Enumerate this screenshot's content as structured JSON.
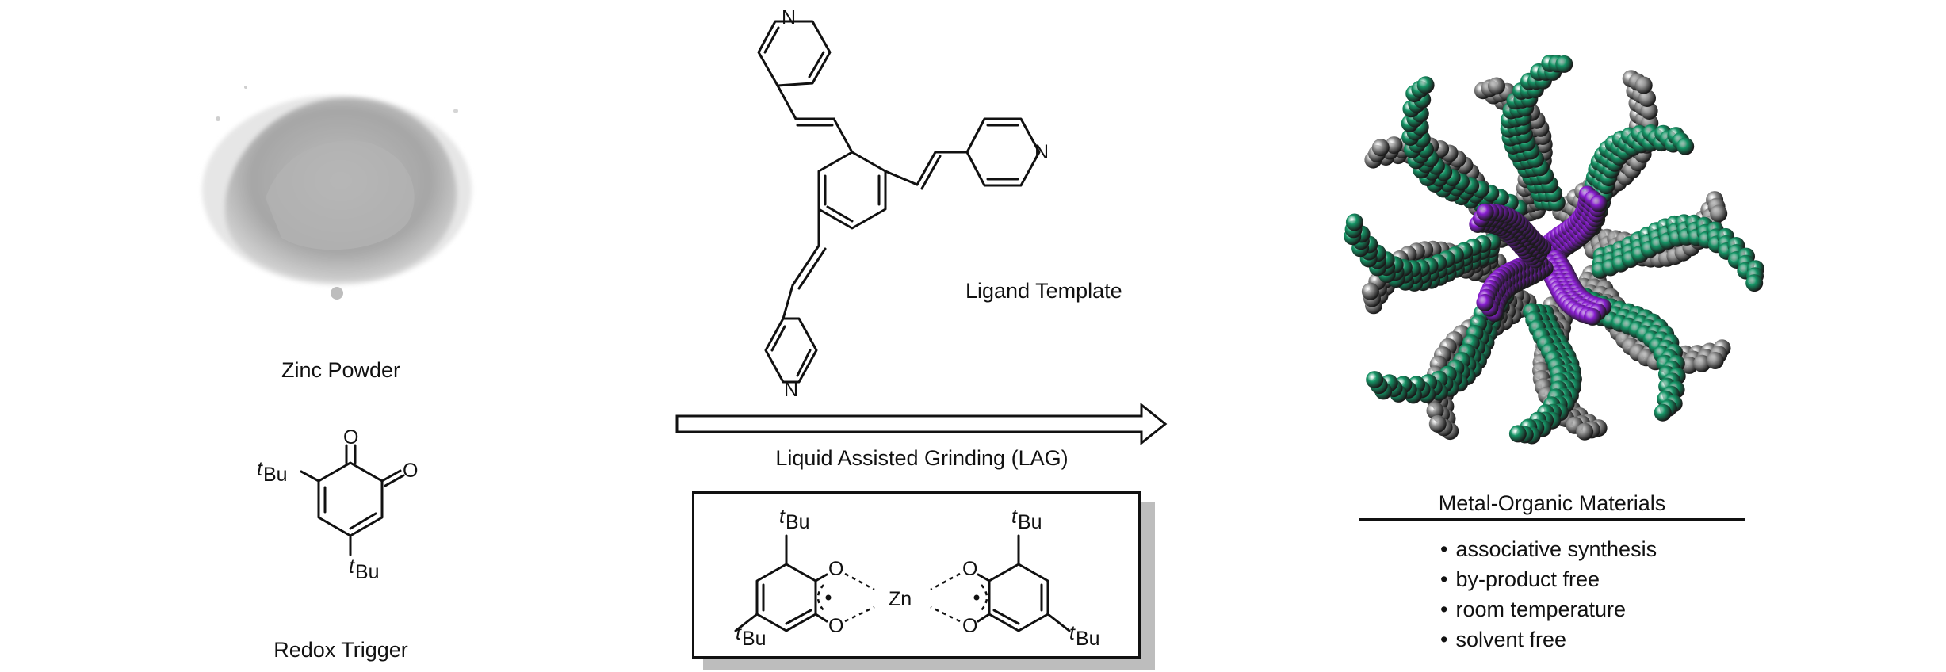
{
  "labels": {
    "zinc": "Zinc Powder",
    "redox": "Redox Trigger",
    "ligand": "Ligand Template",
    "lag": "Liquid Assisted Grinding (LAG)",
    "mom": "Metal-Organic Materials"
  },
  "chem": {
    "N": "N",
    "O": "O",
    "tBu_sup": "t",
    "tBu_main": "Bu",
    "Zn": "Zn"
  },
  "features": [
    "associative synthesis",
    "by-product free",
    "room temperature",
    "solvent free"
  ],
  "colors": {
    "green": "#159566",
    "purple": "#8a1fd2",
    "gray": "#8f8f8f",
    "powder": "#a9a9a9"
  }
}
